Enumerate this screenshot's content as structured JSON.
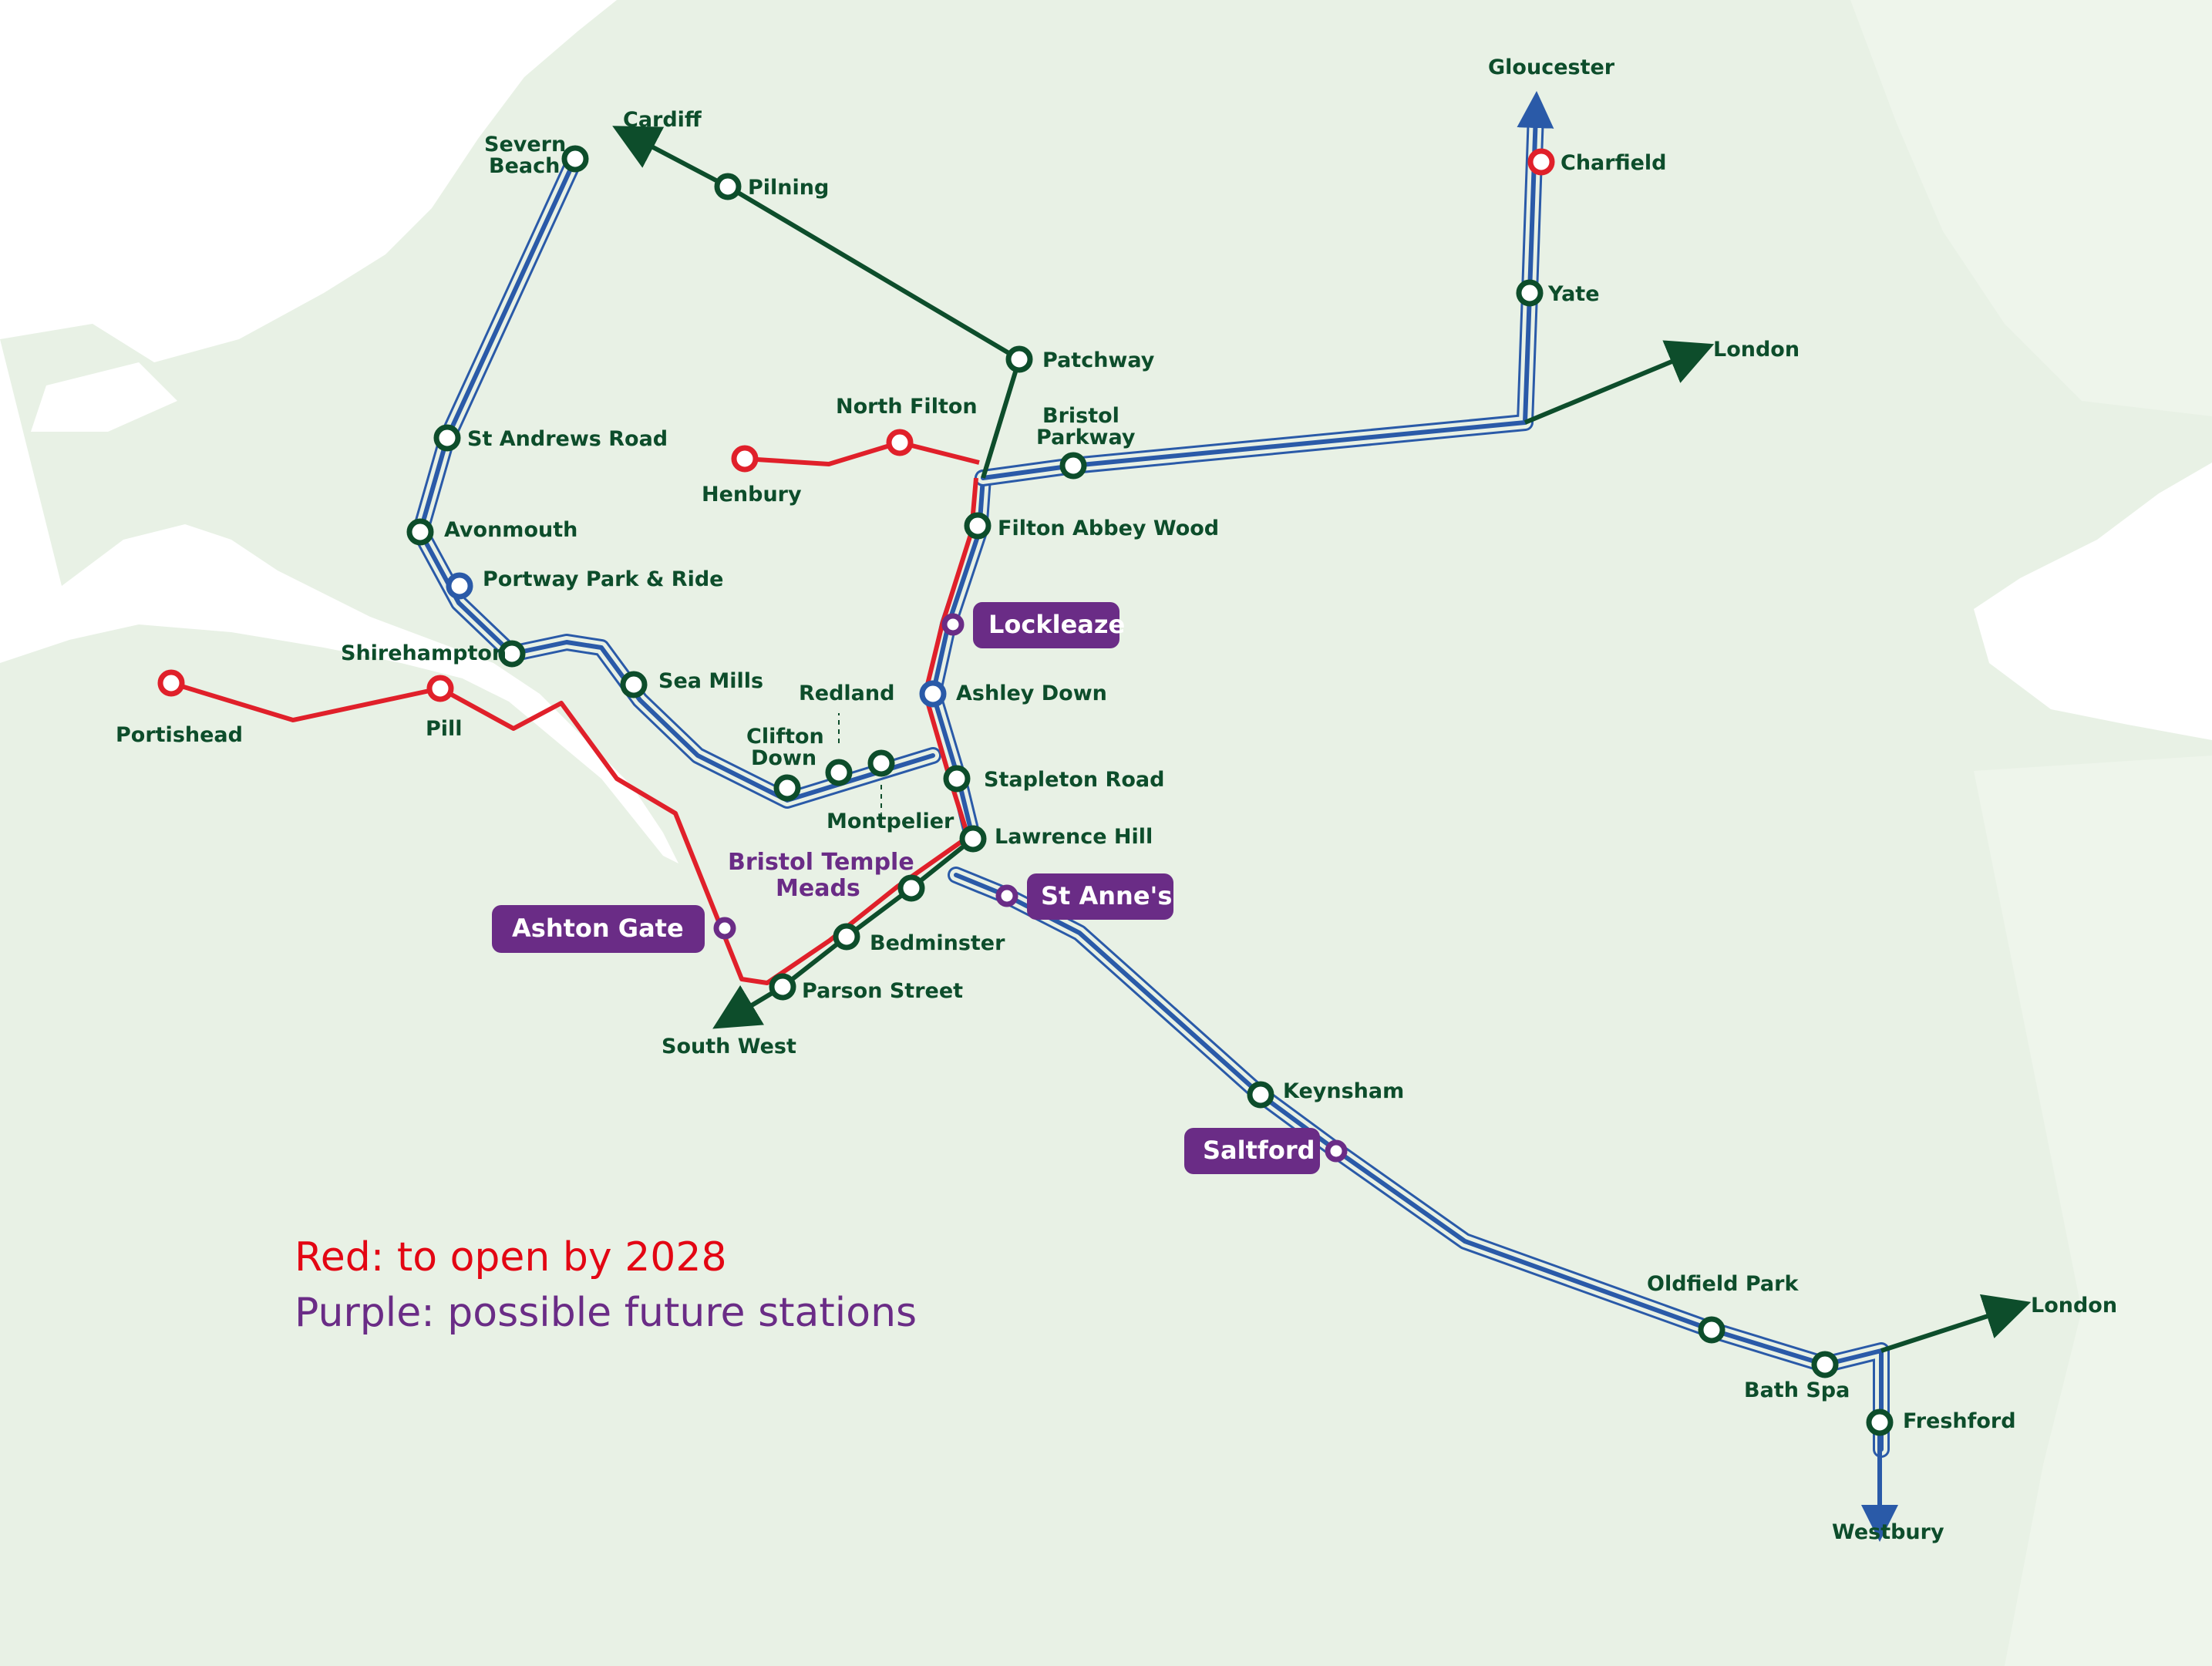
{
  "colors": {
    "land": "#e8f1e5",
    "water": "#ffffff",
    "green_line": "#0d4d2b",
    "red_line": "#e0202a",
    "blue_line": "#2a5aa8",
    "purple": "#6a2c86"
  },
  "legend": {
    "red": "Red: to open by 2028",
    "purple": "Purple: possible future stations"
  },
  "destinations": {
    "gloucester": "Gloucester",
    "cardiff": "Cardiff",
    "london_north": "London",
    "london_east": "London",
    "south_west": "South West",
    "westbury": "Westbury"
  },
  "stations": {
    "severn_beach_1": "Severn",
    "severn_beach_2": "Beach",
    "pilning": "Pilning",
    "charfield": "Charfield",
    "yate": "Yate",
    "patchway": "Patchway",
    "north_filton": "North Filton",
    "bristol_parkway_1": "Bristol",
    "bristol_parkway_2": "Parkway",
    "henbury": "Henbury",
    "st_andrews_road": "St Andrews Road",
    "avonmouth": "Avonmouth",
    "portway": "Portway Park & Ride",
    "filton_abbey_wood": "Filton Abbey Wood",
    "lockleaze": "Lockleaze",
    "shirehampton": "Shirehampton",
    "sea_mills": "Sea Mills",
    "redland": "Redland",
    "ashley_down": "Ashley Down",
    "portishead": "Portishead",
    "pill": "Pill",
    "clifton_down_1": "Clifton",
    "clifton_down_2": "Down",
    "stapleton_road": "Stapleton Road",
    "montpelier": "Montpelier",
    "lawrence_hill": "Lawrence Hill",
    "temple_meads_1": "Bristol Temple",
    "temple_meads_2": "Meads",
    "st_annes": "St Anne's",
    "ashton_gate": "Ashton Gate",
    "bedminster": "Bedminster",
    "parson_street": "Parson Street",
    "keynsham": "Keynsham",
    "saltford": "Saltford",
    "oldfield_park": "Oldfield Park",
    "bath_spa": "Bath Spa",
    "freshford": "Freshford"
  }
}
